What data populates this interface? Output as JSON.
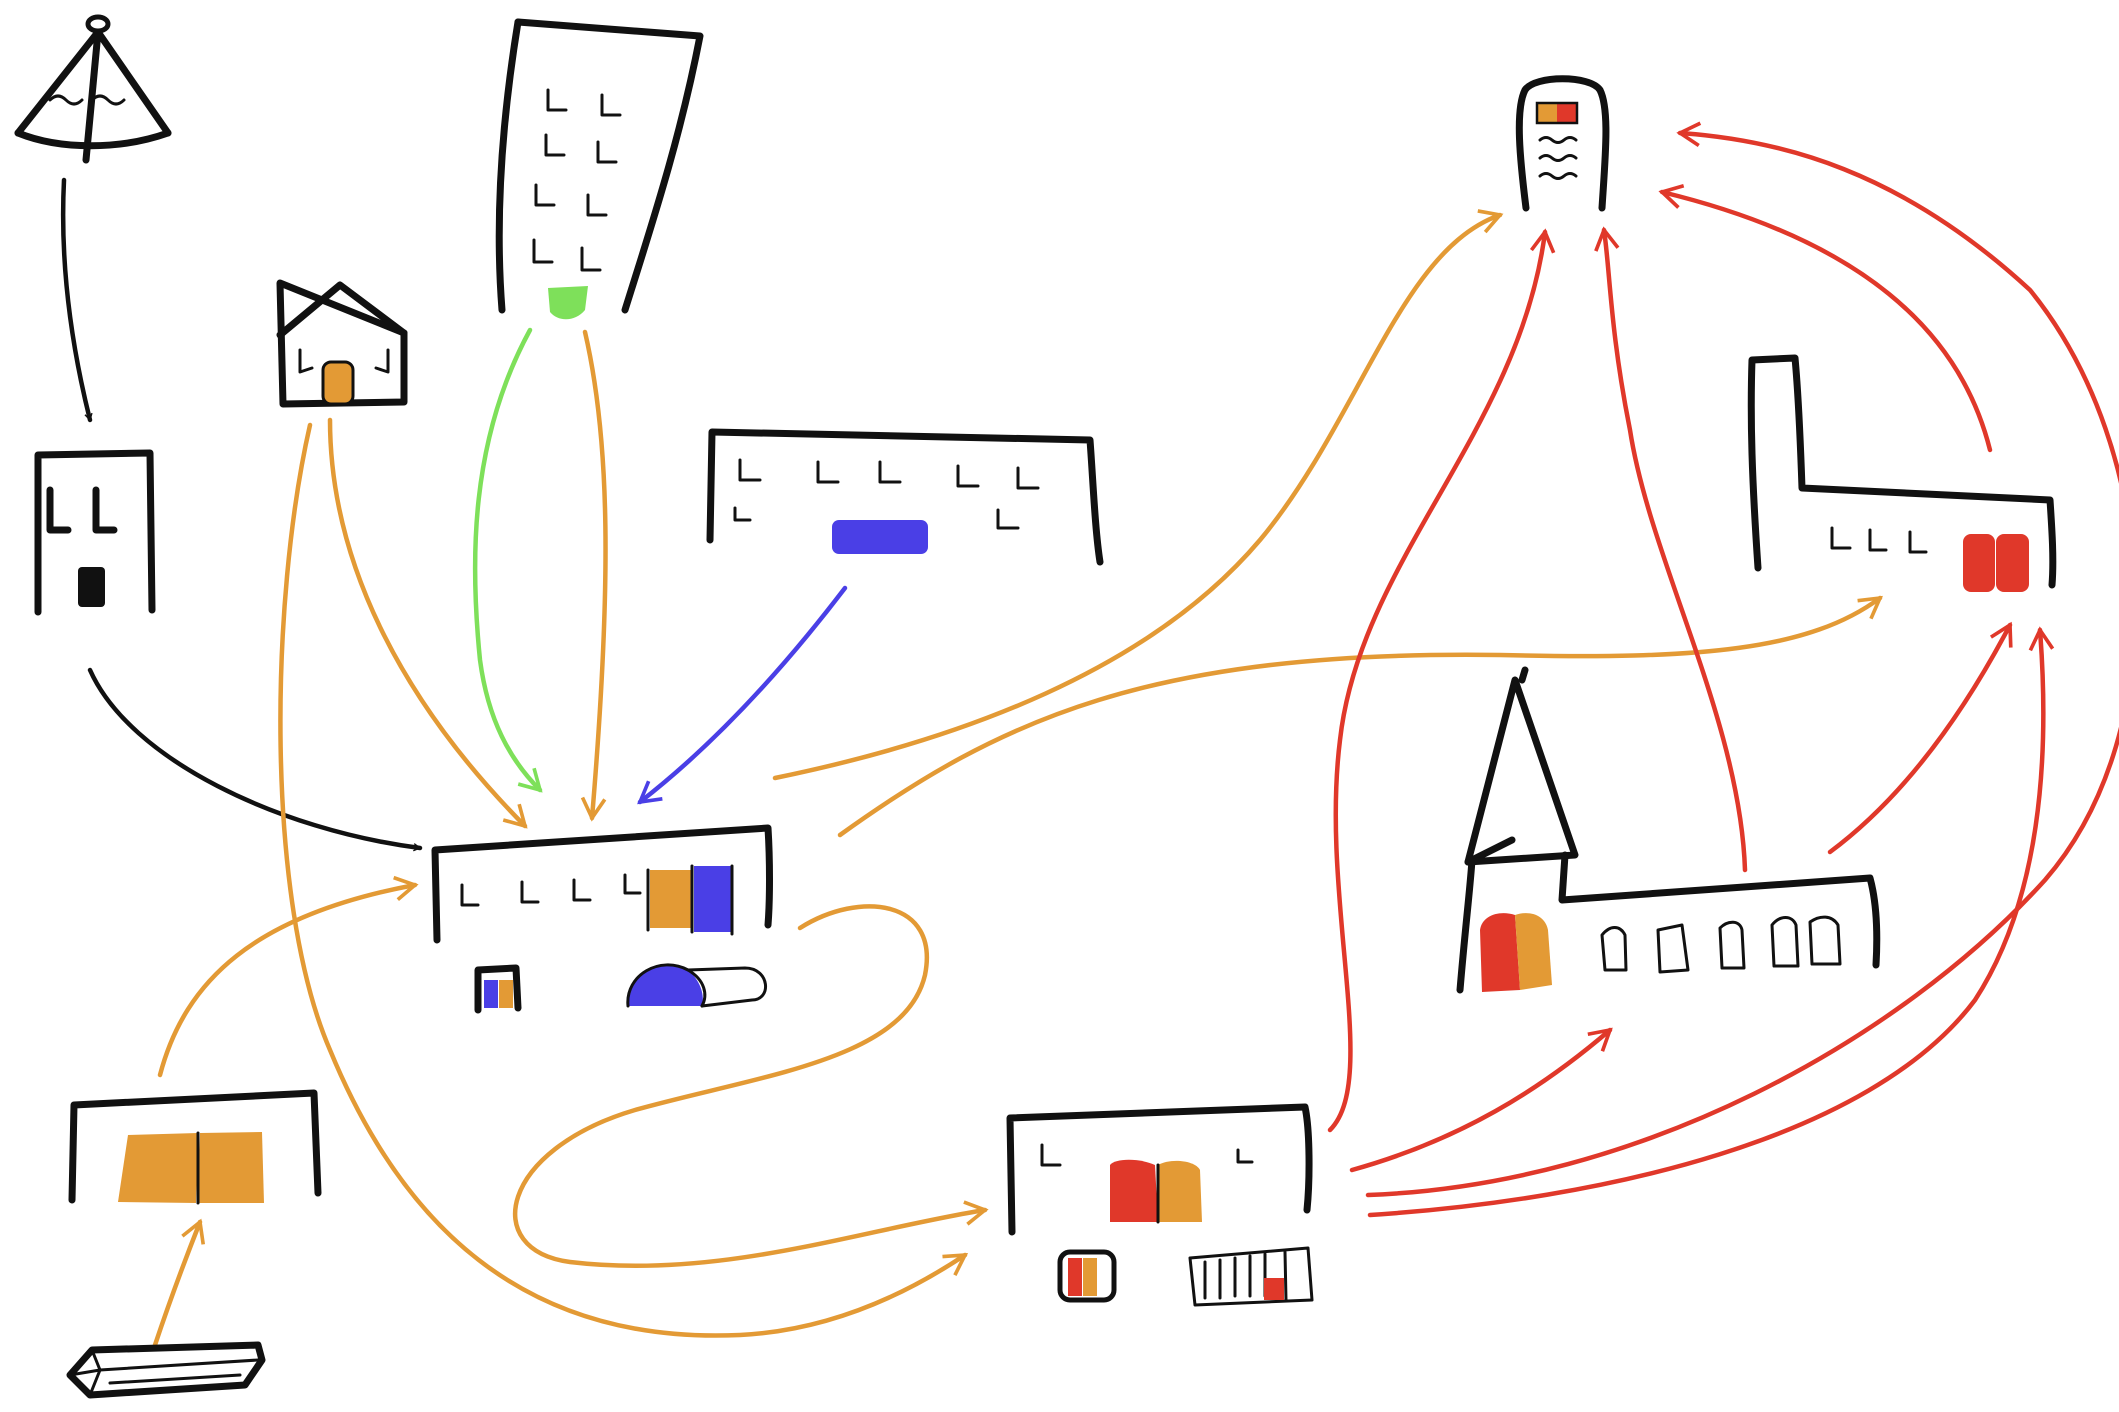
{
  "diagram": {
    "colors": {
      "ink": "#111111",
      "orange": "#E39A35",
      "red": "#E0382A",
      "blue": "#4A3FE6",
      "green": "#7EE05A",
      "background": "#FFFFFF"
    },
    "nodes": [
      {
        "id": "tent",
        "icon": "tent-icon"
      },
      {
        "id": "small-building",
        "icon": "small-building-icon"
      },
      {
        "id": "house",
        "icon": "house-icon"
      },
      {
        "id": "skyscraper",
        "icon": "skyscraper-icon"
      },
      {
        "id": "wide-building",
        "icon": "wide-building-icon"
      },
      {
        "id": "central-hub",
        "icon": "central-hub-building-icon"
      },
      {
        "id": "warehouse",
        "icon": "warehouse-icon"
      },
      {
        "id": "crate",
        "icon": "crate-icon"
      },
      {
        "id": "tower",
        "icon": "tower-icon"
      },
      {
        "id": "factory",
        "icon": "factory-icon"
      },
      {
        "id": "church",
        "icon": "church-icon"
      },
      {
        "id": "lower-hub",
        "icon": "lower-hub-building-icon"
      }
    ],
    "edges": [
      {
        "from": "tent",
        "to": "small-building",
        "color": "ink"
      },
      {
        "from": "small-building",
        "to": "central-hub",
        "color": "ink"
      },
      {
        "from": "skyscraper",
        "to": "central-hub",
        "color": "green"
      },
      {
        "from": "skyscraper",
        "to": "central-hub",
        "color": "orange"
      },
      {
        "from": "house",
        "to": "central-hub",
        "color": "orange"
      },
      {
        "from": "house",
        "to": "lower-hub",
        "color": "orange"
      },
      {
        "from": "wide-building",
        "to": "central-hub",
        "color": "blue"
      },
      {
        "from": "warehouse",
        "to": "central-hub",
        "color": "orange"
      },
      {
        "from": "crate",
        "to": "warehouse",
        "color": "orange"
      },
      {
        "from": "central-hub",
        "to": "tower",
        "color": "orange"
      },
      {
        "from": "central-hub",
        "to": "factory",
        "color": "orange"
      },
      {
        "from": "central-hub",
        "to": "lower-hub",
        "color": "orange"
      },
      {
        "from": "lower-hub",
        "to": "tower",
        "color": "red"
      },
      {
        "from": "church",
        "to": "tower",
        "color": "red"
      },
      {
        "from": "factory",
        "to": "tower",
        "color": "red"
      },
      {
        "from": "lower-hub",
        "to": "tower",
        "color": "red"
      },
      {
        "from": "church",
        "to": "factory",
        "color": "red"
      },
      {
        "from": "lower-hub",
        "to": "church",
        "color": "red"
      },
      {
        "from": "lower-hub",
        "to": "factory",
        "color": "red"
      }
    ]
  }
}
